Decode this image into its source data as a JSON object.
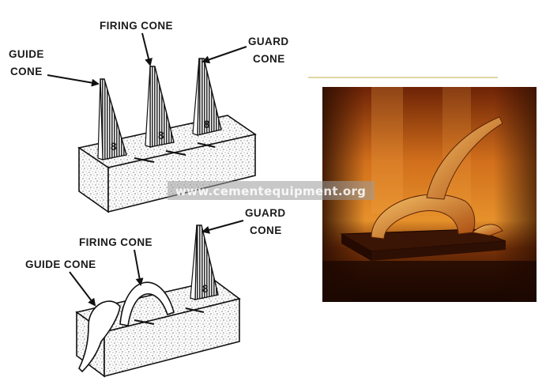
{
  "diagram": {
    "top": {
      "guide_label_line1": "GUIDE",
      "guide_label_line2": "CONE",
      "firing_label": "FIRING CONE",
      "guard_label_line1": "GUARD",
      "guard_label_line2": "CONE",
      "cone_marks": [
        "8",
        "8",
        "8"
      ]
    },
    "bottom": {
      "guard_label_line1": "GUARD",
      "guard_label_line2": "CONE",
      "firing_label": "FIRING CONE",
      "guide_label": "GUIDE CONE",
      "cone_mark": "8"
    },
    "watermark": "www.cementequipment.org"
  },
  "colors": {
    "divider": "#c9bf6a",
    "photo_dark": "#2a0d02",
    "photo_orange": "#e88a24"
  }
}
